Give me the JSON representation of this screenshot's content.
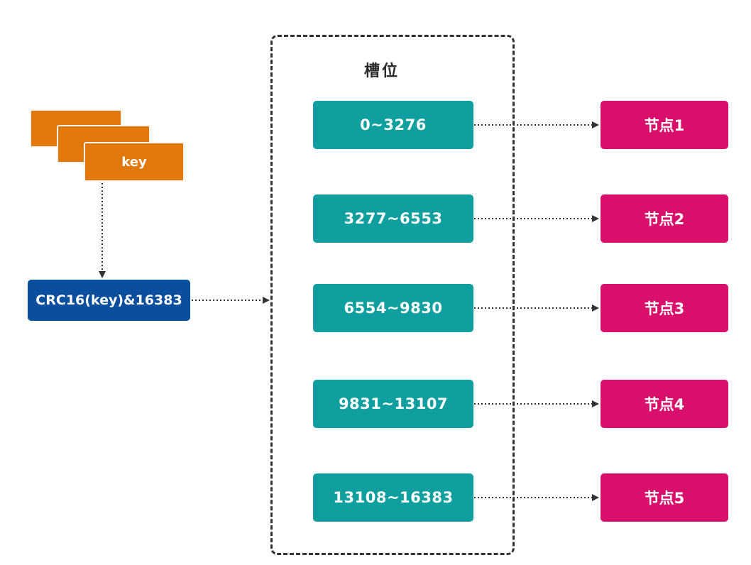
{
  "keys": {
    "label": "key",
    "color": "#e0780c"
  },
  "hash": {
    "label": "CRC16(key)&16383",
    "color": "#0a4f9e"
  },
  "slots": {
    "title": "槽位",
    "color": "#0f9f9f",
    "ranges": [
      "0~3276",
      "3277~6553",
      "6554~9830",
      "9831~13107",
      "13108~16383"
    ]
  },
  "nodes": {
    "color": "#d90f6c",
    "labels": [
      "节点1",
      "节点2",
      "节点3",
      "节点4",
      "节点5"
    ]
  },
  "connector_style": "dotted-arrow"
}
